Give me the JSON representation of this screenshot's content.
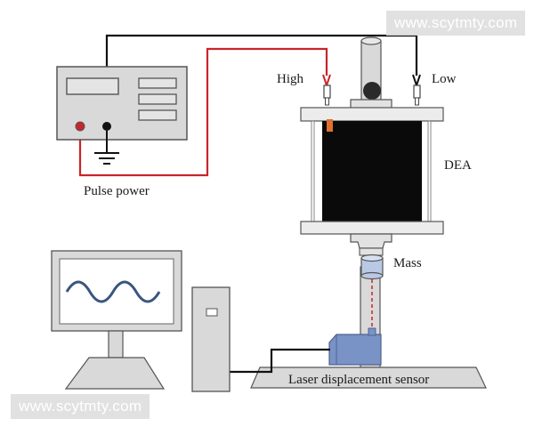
{
  "labels": {
    "high": "High",
    "low": "Low",
    "dea": "DEA",
    "pulse_power": "Pulse power",
    "mass": "Mass",
    "laser_sensor": "Laser displacement sensor"
  },
  "watermarks": {
    "top": "www.scytmty.com",
    "bottom": "www.scytmty.com"
  },
  "colors": {
    "wire_red": "#c8252a",
    "wire_black": "#111111",
    "dea_fill": "#0a0a0a",
    "electrode": "#e07030",
    "sensor_blue": "#7a93c6",
    "device_gray": "#d9d9d9",
    "outline": "#555555"
  }
}
